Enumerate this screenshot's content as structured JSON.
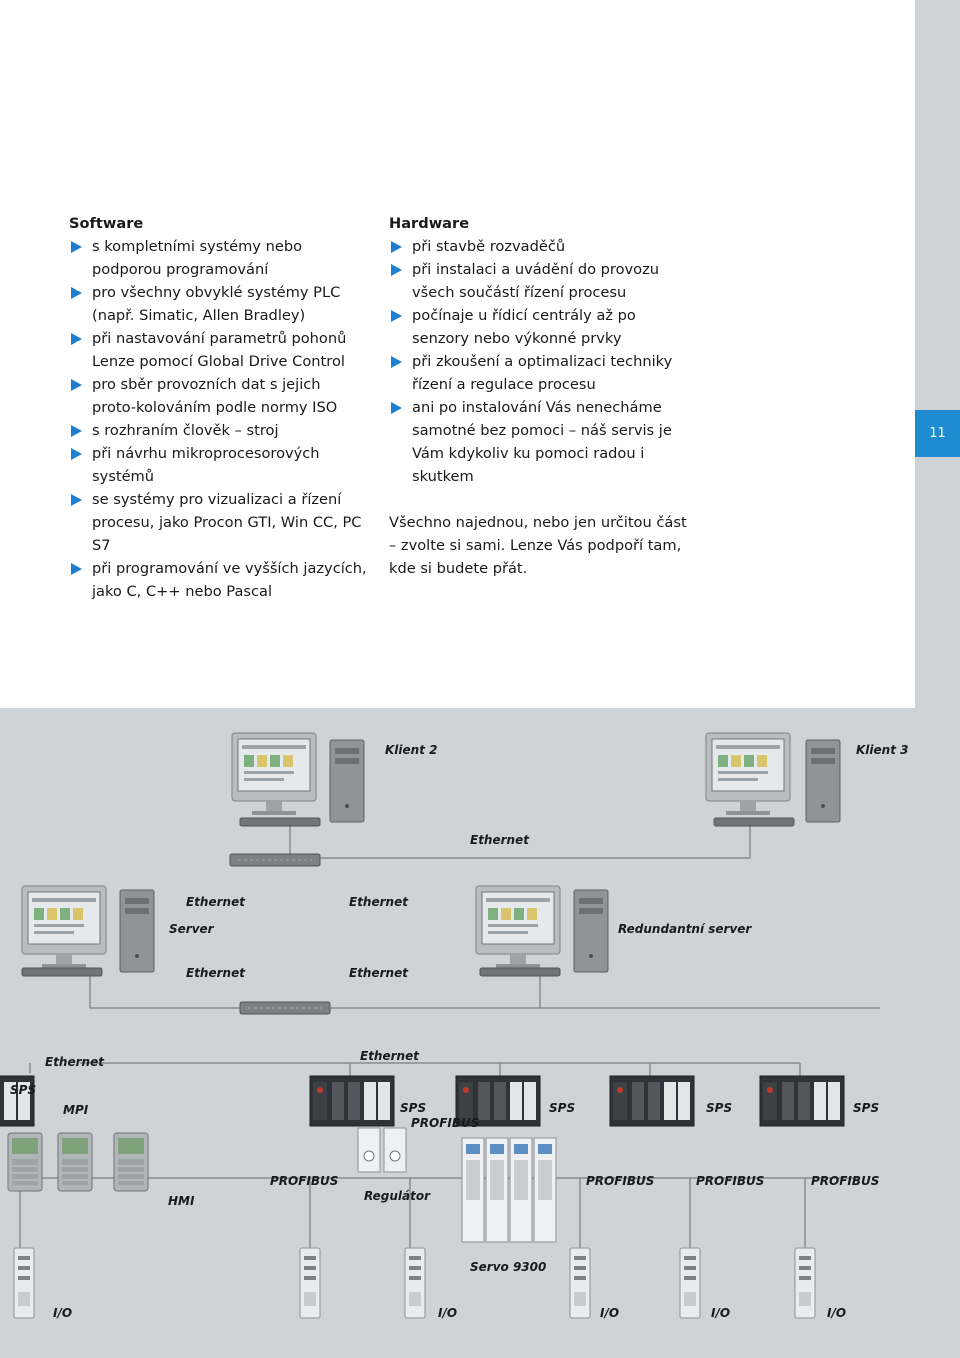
{
  "page_number": "11",
  "software": {
    "heading": "Software",
    "items": [
      "s kompletními systémy nebo podporou programování",
      "pro všechny obvyklé systémy PLC (např. Simatic, Allen Bradley)",
      "při nastavování parametrů pohonů Lenze pomocí Global Drive Control",
      "pro sběr provozních dat s jejich proto-kolováním podle normy ISO",
      "s rozhraním člověk – stroj",
      "při návrhu mikroprocesorových systémů",
      "se systémy pro vizualizaci a řízení procesu, jako Procon GTI, Win CC, PC S7",
      "při programování ve vyšších jazycích, jako C, C++ nebo Pascal"
    ]
  },
  "hardware": {
    "heading": "Hardware",
    "items": [
      "při stavbě rozvaděčů",
      "při instalaci a uvádění do provozu všech součástí řízení procesu",
      "počínaje u řídicí centrály až po senzory nebo výkonné prvky",
      "při zkoušení a optimalizaci techniky řízení a regulace procesu",
      "ani po instalování Vás nenecháme samotné bez pomoci – náš servis je Vám kdykoliv ku pomoci radou i skutkem"
    ],
    "closing": "Všechno najednou, nebo jen určitou část – zvolte si sami. Lenze Vás podpoří tam, kde si budete přát."
  },
  "diagram": {
    "klient2": "Klient 2",
    "klient3": "Klient 3",
    "ethernet": "Ethernet",
    "server": "Server",
    "redundant_server": "Redundantní server",
    "sps": "SPS",
    "mpi": "MPI",
    "profibus": "PROFIBUS",
    "hmi": "HMI",
    "regulator": "Regulátor",
    "servo": "Servo 9300",
    "io": "I/O"
  },
  "colors": {
    "accent": "#1e7fcf",
    "tab_bg": "#1e8bd1",
    "band": "#cfd3d6"
  }
}
